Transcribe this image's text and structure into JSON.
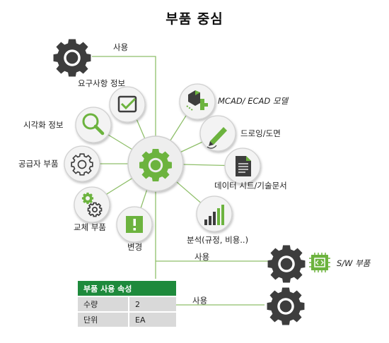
{
  "title": "부품 중심",
  "usage_labels": {
    "top": "사용",
    "middle": "사용",
    "bottom": "사용"
  },
  "nodes": {
    "requirements": "요구사항 정보",
    "mcad": "MCAD/ ECAD 모델",
    "visualization": "시각화 정보",
    "drawing": "드로잉/도면",
    "supplier": "공급자 부품",
    "documents": "데이터 시트/기술문서",
    "replacement": "교체 부품",
    "change": "변경",
    "analysis": "분석(규정, 비용..)",
    "sw_part": "S/W 부품"
  },
  "attributes": {
    "header": "부품 사용 속성",
    "rows": [
      {
        "key": "수량",
        "value": "2"
      },
      {
        "key": "단위",
        "value": "EA"
      }
    ]
  },
  "colors": {
    "accent_green": "#6cb33e",
    "table_header_green": "#1e8a3c",
    "gear_dark": "#3d3d3d",
    "connector_green": "#8fbf6a"
  }
}
